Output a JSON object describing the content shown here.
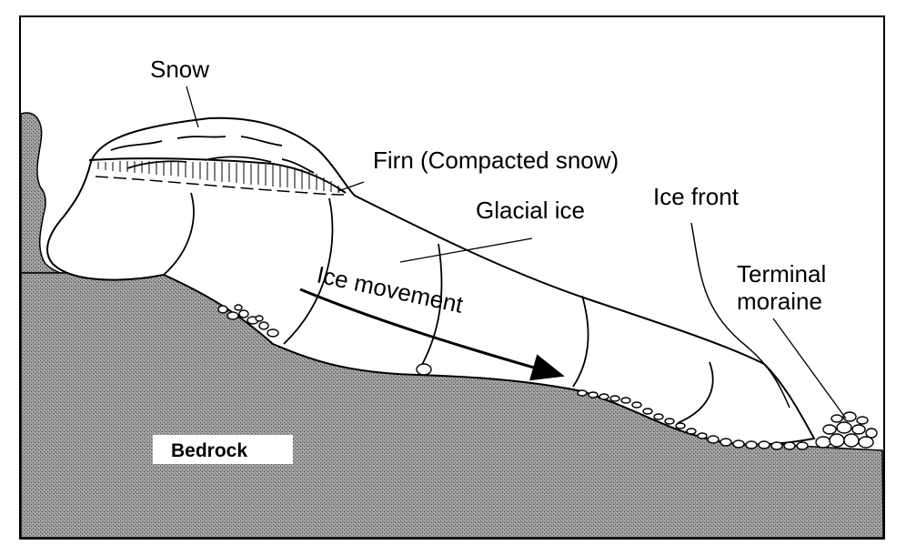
{
  "labels": {
    "snow": "Snow",
    "firn": "Firn (Compacted snow)",
    "glacial_ice": "Glacial ice",
    "ice_front": "Ice front",
    "terminal_moraine_line1": "Terminal",
    "terminal_moraine_line2": "moraine",
    "ice_movement": "Ice movement",
    "bedrock": "Bedrock"
  },
  "colors": {
    "bedrock_fill": "#8c8c8c",
    "ice_fill": "#ffffff",
    "line": "#000000"
  }
}
